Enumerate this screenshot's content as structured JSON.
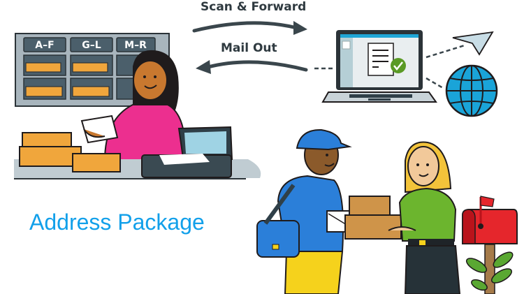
{
  "arrows": {
    "forward_label": "Scan & Forward",
    "return_label": "Mail Out"
  },
  "mail_rack": {
    "bins": [
      "A–F",
      "G–L",
      "M–R"
    ]
  },
  "caption": "Address Package",
  "colors": {
    "caption": "#12a0ea",
    "rack": "#9aa9b3",
    "bin": "#4b5f6b",
    "package": "#f0a63c",
    "pink_shirt": "#ec2f8f",
    "laptop_screen_bar": "#1fa6d6",
    "check_badge": "#5a9a25",
    "globe": "#1aa4d8",
    "courier_shirt": "#2b7fd9",
    "courier_pants": "#f5d21c",
    "customer_shirt": "#6cb52e",
    "mailbox": "#e5262c"
  }
}
